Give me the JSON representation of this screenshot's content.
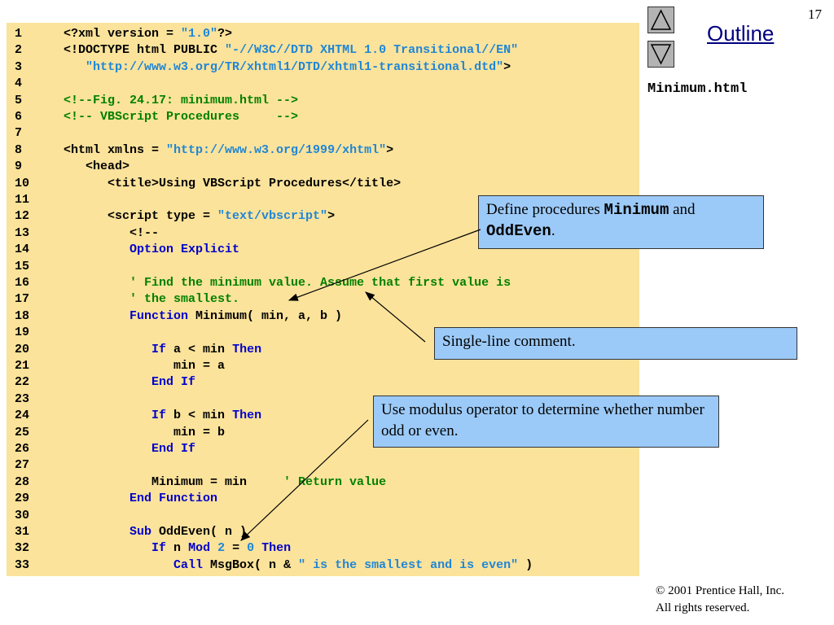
{
  "slide": {
    "page_number": "17",
    "outline_label": "Outline",
    "filename": "Minimum.html",
    "footer_line1": "© 2001 Prentice Hall, Inc.",
    "footer_line2": "All rights reserved."
  },
  "nav": {
    "prev_icon": "triangle-up-icon",
    "next_icon": "triangle-down-icon"
  },
  "code_lines": [
    {
      "n": "1",
      "parts": [
        {
          "t": "<?xml version = ",
          "c": ""
        },
        {
          "t": "\"1.0\"",
          "c": "st"
        },
        {
          "t": "?>",
          "c": ""
        }
      ]
    },
    {
      "n": "2",
      "parts": [
        {
          "t": "<!DOCTYPE html PUBLIC ",
          "c": ""
        },
        {
          "t": "\"-//W3C//DTD XHTML 1.0 Transitional//EN\"",
          "c": "st"
        }
      ]
    },
    {
      "n": "3",
      "parts": [
        {
          "t": "   ",
          "c": ""
        },
        {
          "t": "\"http://www.w3.org/TR/xhtml1/DTD/xhtml1-transitional.dtd\"",
          "c": "st"
        },
        {
          "t": ">",
          "c": ""
        }
      ]
    },
    {
      "n": "4",
      "parts": []
    },
    {
      "n": "5",
      "parts": [
        {
          "t": "<!--Fig. 24.17: minimum.html -->",
          "c": "cm"
        }
      ]
    },
    {
      "n": "6",
      "parts": [
        {
          "t": "<!-- VBScript Procedures     -->",
          "c": "cm"
        }
      ]
    },
    {
      "n": "7",
      "parts": []
    },
    {
      "n": "8",
      "parts": [
        {
          "t": "<html xmlns = ",
          "c": ""
        },
        {
          "t": "\"http://www.w3.org/1999/xhtml\"",
          "c": "st"
        },
        {
          "t": ">",
          "c": ""
        }
      ]
    },
    {
      "n": "9",
      "parts": [
        {
          "t": "   <head>",
          "c": ""
        }
      ]
    },
    {
      "n": "10",
      "parts": [
        {
          "t": "      <title>Using VBScript Procedures</title>",
          "c": ""
        }
      ]
    },
    {
      "n": "11",
      "parts": []
    },
    {
      "n": "12",
      "parts": [
        {
          "t": "      <script type = ",
          "c": ""
        },
        {
          "t": "\"text/vbscript\"",
          "c": "st"
        },
        {
          "t": ">",
          "c": ""
        }
      ]
    },
    {
      "n": "13",
      "parts": [
        {
          "t": "         <!--",
          "c": ""
        }
      ]
    },
    {
      "n": "14",
      "parts": [
        {
          "t": "         Option Explicit",
          "c": "kw"
        }
      ]
    },
    {
      "n": "15",
      "parts": []
    },
    {
      "n": "16",
      "parts": [
        {
          "t": "         ' Find the minimum value. Assume that first value is",
          "c": "cm"
        }
      ]
    },
    {
      "n": "17",
      "parts": [
        {
          "t": "         ' the smallest.",
          "c": "cm"
        }
      ]
    },
    {
      "n": "18",
      "parts": [
        {
          "t": "         ",
          "c": ""
        },
        {
          "t": "Function",
          "c": "kw"
        },
        {
          "t": " Minimum( min, a, b )",
          "c": ""
        }
      ]
    },
    {
      "n": "19",
      "parts": []
    },
    {
      "n": "20",
      "parts": [
        {
          "t": "            ",
          "c": ""
        },
        {
          "t": "If",
          "c": "kw"
        },
        {
          "t": " a < min ",
          "c": ""
        },
        {
          "t": "Then",
          "c": "kw"
        }
      ]
    },
    {
      "n": "21",
      "parts": [
        {
          "t": "               min = a",
          "c": ""
        }
      ]
    },
    {
      "n": "22",
      "parts": [
        {
          "t": "            ",
          "c": ""
        },
        {
          "t": "End If",
          "c": "kw"
        }
      ]
    },
    {
      "n": "23",
      "parts": []
    },
    {
      "n": "24",
      "parts": [
        {
          "t": "            ",
          "c": ""
        },
        {
          "t": "If",
          "c": "kw"
        },
        {
          "t": " b < min ",
          "c": ""
        },
        {
          "t": "Then",
          "c": "kw"
        }
      ]
    },
    {
      "n": "25",
      "parts": [
        {
          "t": "               min = b",
          "c": ""
        }
      ]
    },
    {
      "n": "26",
      "parts": [
        {
          "t": "            ",
          "c": ""
        },
        {
          "t": "End If",
          "c": "kw"
        }
      ]
    },
    {
      "n": "27",
      "parts": []
    },
    {
      "n": "28",
      "parts": [
        {
          "t": "            Minimum = min     ",
          "c": ""
        },
        {
          "t": "' Return value",
          "c": "cm"
        }
      ]
    },
    {
      "n": "29",
      "parts": [
        {
          "t": "         ",
          "c": ""
        },
        {
          "t": "End Function",
          "c": "kw"
        }
      ]
    },
    {
      "n": "30",
      "parts": []
    },
    {
      "n": "31",
      "parts": [
        {
          "t": "         ",
          "c": ""
        },
        {
          "t": "Sub",
          "c": "kw"
        },
        {
          "t": " OddEven( n )",
          "c": ""
        }
      ]
    },
    {
      "n": "32",
      "parts": [
        {
          "t": "            ",
          "c": ""
        },
        {
          "t": "If",
          "c": "kw"
        },
        {
          "t": " n ",
          "c": ""
        },
        {
          "t": "Mod",
          "c": "kw"
        },
        {
          "t": " ",
          "c": ""
        },
        {
          "t": "2",
          "c": "st"
        },
        {
          "t": " = ",
          "c": ""
        },
        {
          "t": "0",
          "c": "st"
        },
        {
          "t": " ",
          "c": ""
        },
        {
          "t": "Then",
          "c": "kw"
        }
      ]
    },
    {
      "n": "33",
      "parts": [
        {
          "t": "               ",
          "c": ""
        },
        {
          "t": "Call",
          "c": "kw"
        },
        {
          "t": " MsgBox( n & ",
          "c": ""
        },
        {
          "t": "\" is the smallest and is even\"",
          "c": "st"
        },
        {
          "t": " )",
          "c": ""
        }
      ]
    }
  ],
  "callouts": {
    "procedures": {
      "prefix": "Define procedures ",
      "code1": "Minimum",
      "middle": " and ",
      "code2": "OddEven",
      "suffix": "."
    },
    "comment": {
      "text": "Single-line comment."
    },
    "modulus": {
      "text": "Use modulus operator to determine whether number odd or even."
    }
  },
  "colors": {
    "code_background": "#fbe39b",
    "callout_background": "#9ccaf8",
    "keyword": "#0000cc",
    "string": "#1f86d6",
    "comment": "#008000",
    "outline_link": "#000080"
  }
}
